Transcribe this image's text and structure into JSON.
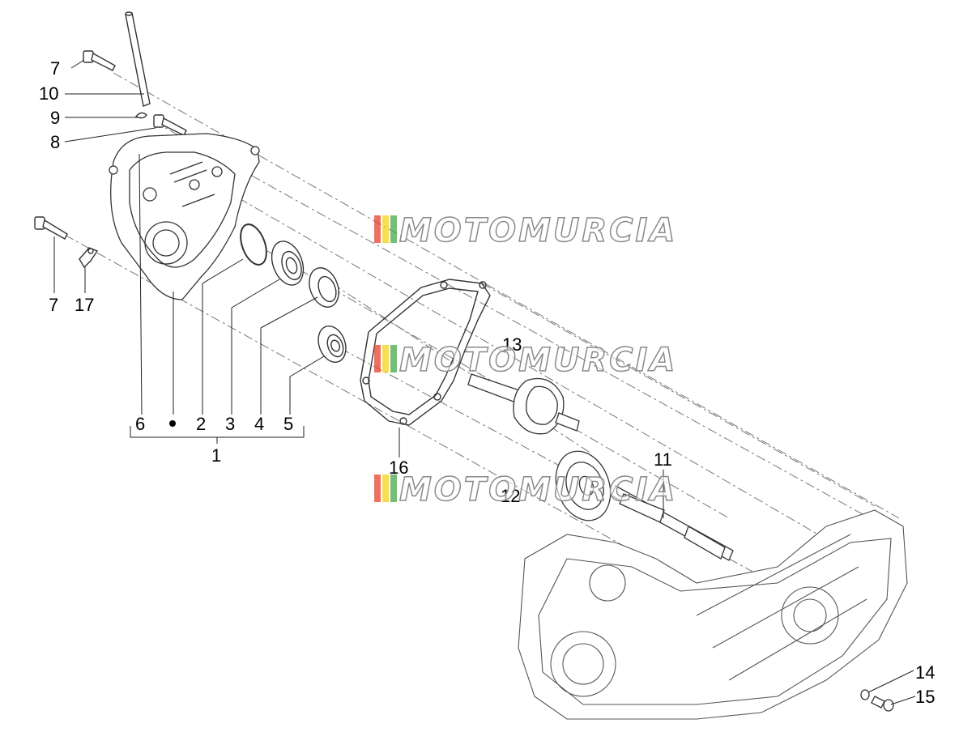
{
  "diagram": {
    "callouts": {
      "c1": "1",
      "c2": "2",
      "c3": "3",
      "c4": "4",
      "c5": "5",
      "c6": "6",
      "c7a": "7",
      "c7b": "7",
      "c8": "8",
      "c9": "9",
      "c10": "10",
      "c11": "11",
      "c12": "12",
      "c13": "13",
      "c14": "14",
      "c15": "15",
      "c16": "16",
      "c17": "17"
    },
    "watermark": "MOTOMURCIA",
    "colors": {
      "line": "#444444",
      "dash": "#666666",
      "wm_fill": "#ffffff",
      "wm_stroke": "#8a8a8a",
      "flag_red": "#e4432c",
      "flag_yellow": "#f3d21b",
      "flag_green": "#48a84b"
    }
  }
}
